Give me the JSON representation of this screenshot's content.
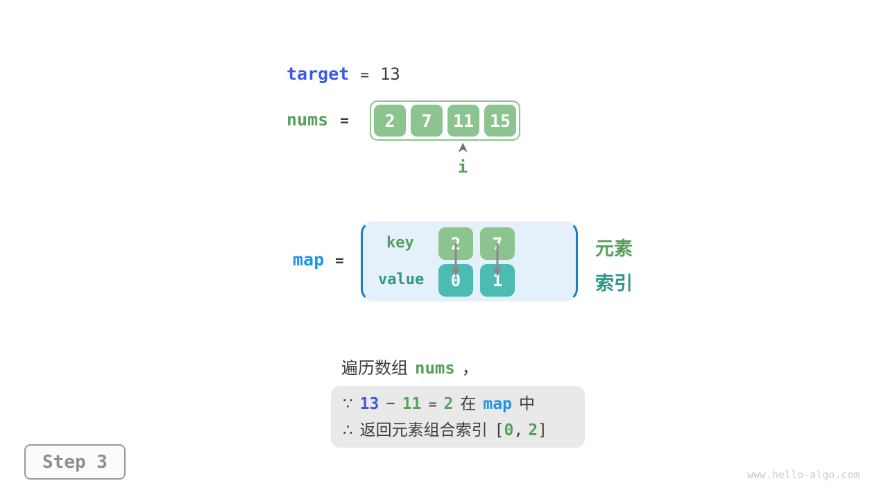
{
  "colors": {
    "royal_blue": "#3A5AE0",
    "bright_blue": "#1E96E8",
    "map_border_blue": "#1A7DC8",
    "map_fill": "#E4F1FA",
    "green_fill": "#8BC48E",
    "green_text": "#55A159",
    "teal_fill": "#4CBCB3",
    "teal_text": "#2F9689",
    "dark_text": "#3C3C3C",
    "arrow_gray": "#8A8A8A",
    "note_bg": "#E9E9E9",
    "step_text": "#8E8E8E",
    "watermark": "#C9C9C9"
  },
  "target_row": {
    "label": "target",
    "equals": "=",
    "value": "13"
  },
  "nums_row": {
    "label": "nums",
    "equals": "=",
    "items": [
      "2",
      "7",
      "11",
      "15"
    ],
    "pointer_label": "i",
    "pointer_index": 2
  },
  "map_row": {
    "label": "map",
    "equals": "=",
    "key_label": "key",
    "value_label": "value",
    "entries": [
      {
        "key": "2",
        "value": "0"
      },
      {
        "key": "7",
        "value": "1"
      }
    ],
    "element_label": "元素",
    "index_label": "索引"
  },
  "caption": {
    "text": "遍历数组",
    "code": "nums",
    "comma": "，"
  },
  "note_box": {
    "line1": {
      "because": "∵",
      "minuend": "13",
      "minus": "−",
      "subtrahend": "11",
      "equals": "=",
      "result": "2",
      "zai": "在",
      "map": "map",
      "zhong": "中"
    },
    "line2": {
      "therefore": "∴",
      "text": "返回元素组合索引",
      "open": "[",
      "first": "0",
      "comma": ",",
      "second": "2",
      "close": "]"
    }
  },
  "step_badge": {
    "label": "Step 3"
  },
  "watermark": {
    "text": "www.hello-algo.com"
  }
}
